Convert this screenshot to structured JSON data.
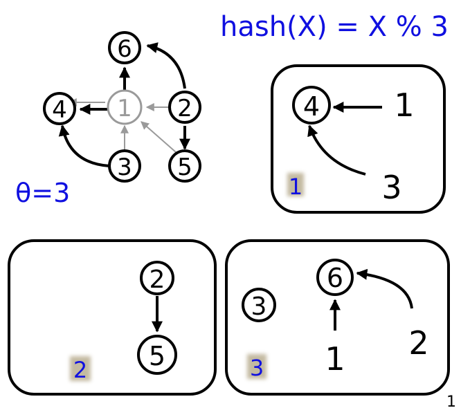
{
  "formula": "hash(X) = X % 3",
  "theta": "θ=3",
  "page_number": "1",
  "accent_color": "#1010e0",
  "gray_color": "#9a9a9a",
  "graph": {
    "nodes": [
      "6",
      "4",
      "1",
      "2",
      "3",
      "5"
    ]
  },
  "partitions": {
    "p1": {
      "id": "1",
      "node": "4",
      "sources": [
        "1",
        "3"
      ]
    },
    "p2": {
      "id": "2",
      "nodes": [
        "2",
        "5"
      ]
    },
    "p3": {
      "id": "3",
      "isolated": "3",
      "node": "6",
      "sources": [
        "1",
        "2"
      ]
    }
  }
}
